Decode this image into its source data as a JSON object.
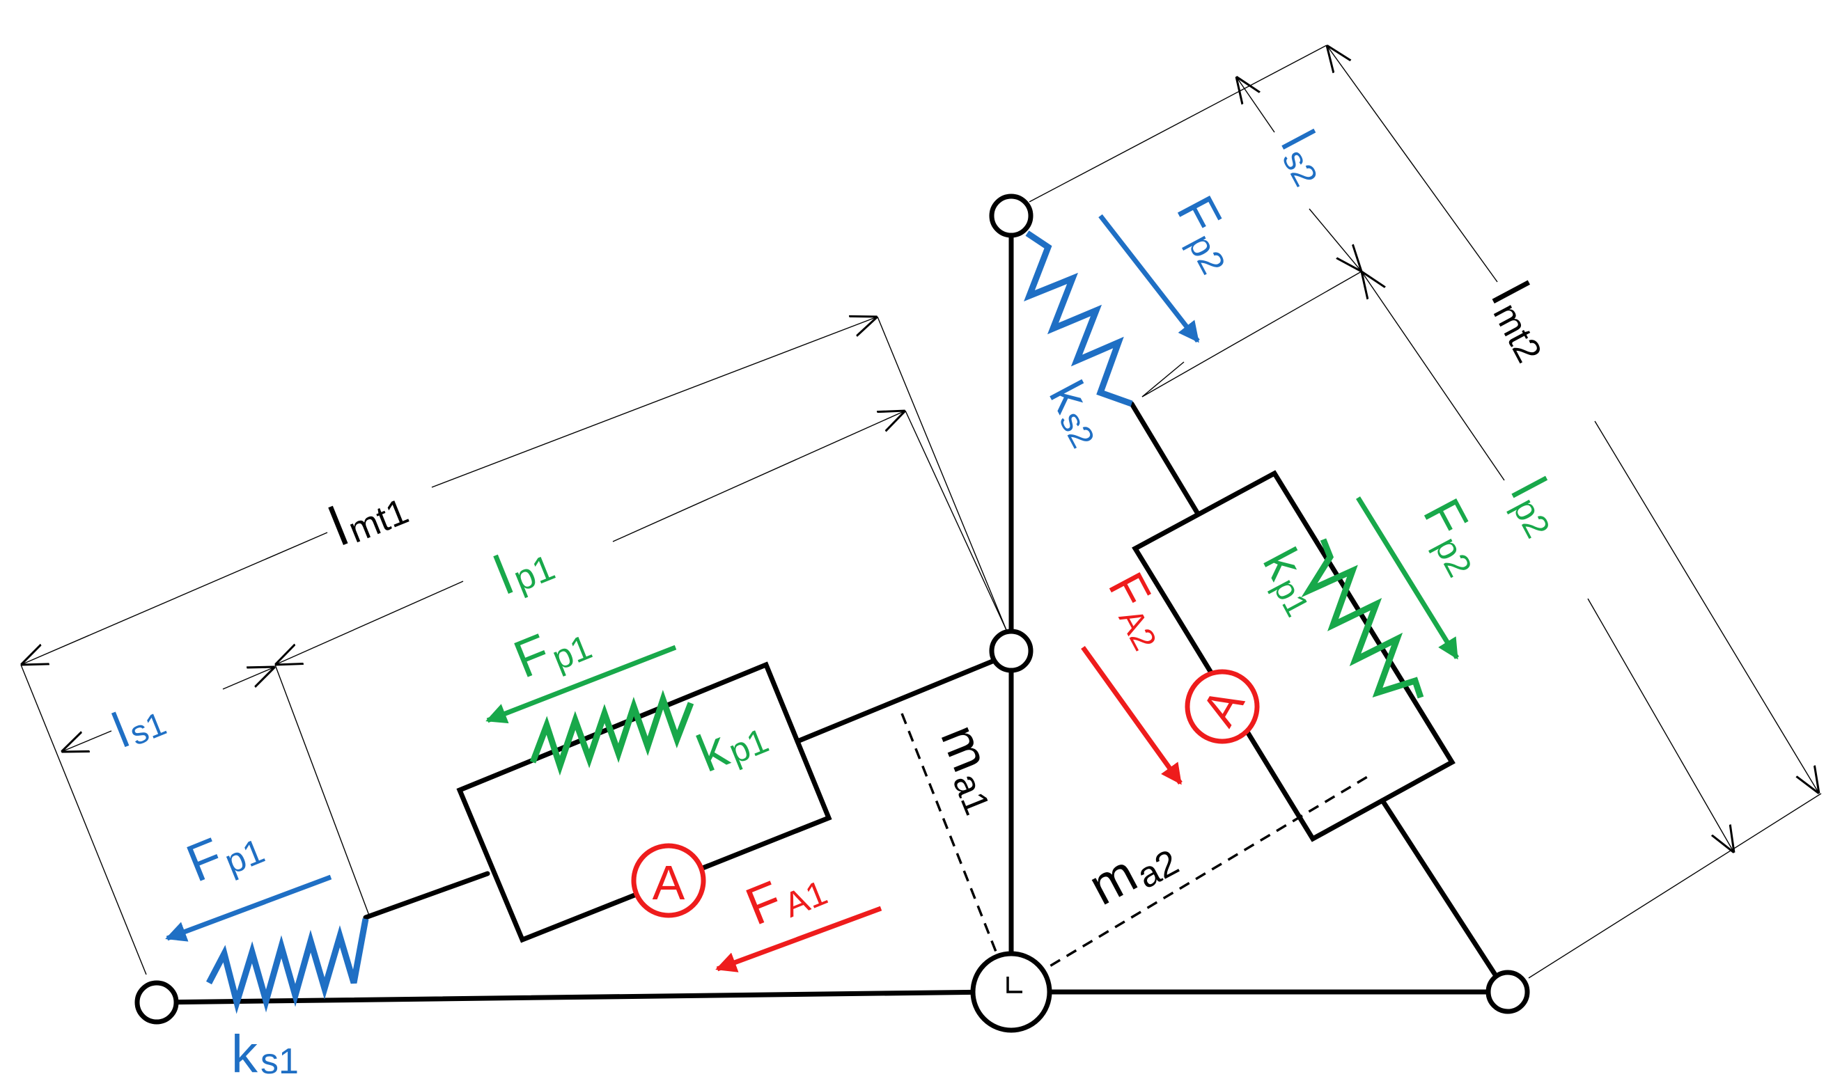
{
  "colors": {
    "black": "#000000",
    "blue": "#1f6fc4",
    "green": "#18a84a",
    "red": "#ee1c1c"
  },
  "labels": {
    "lmt1_main": "l",
    "lmt1_sub": "mt1",
    "lp1_main": "l",
    "lp1_sub": "p1",
    "ls1_main": "l",
    "ls1_sub": "s1",
    "fp1_green_main": "F",
    "fp1_green_sub": "p1",
    "kp1_left_main": "k",
    "kp1_left_sub": "p1",
    "fp1_blue_main": "F",
    "fp1_blue_sub": "p1",
    "ks1_main": "k",
    "ks1_sub": "s1",
    "fa1_main": "F",
    "fa1_sub": "A1",
    "ma1_main": "m",
    "ma1_sub": "a1",
    "ma2_main": "m",
    "ma2_sub": "a2",
    "lmt2_main": "l",
    "lmt2_sub": "mt2",
    "ls2_main": "l",
    "ls2_sub": "s2",
    "lp2_main": "l",
    "lp2_sub": "p2",
    "fp2_blue_main": "F",
    "fp2_blue_sub": "p2",
    "ks2_main": "k",
    "ks2_sub": "s2",
    "fp2_green_main": "F",
    "fp2_green_sub": "p2",
    "kp1_right_main": "k",
    "kp1_right_sub": "p1",
    "fa2_main": "F",
    "fa2_sub": "A2",
    "actuator_left": "A",
    "actuator_right": "A"
  }
}
